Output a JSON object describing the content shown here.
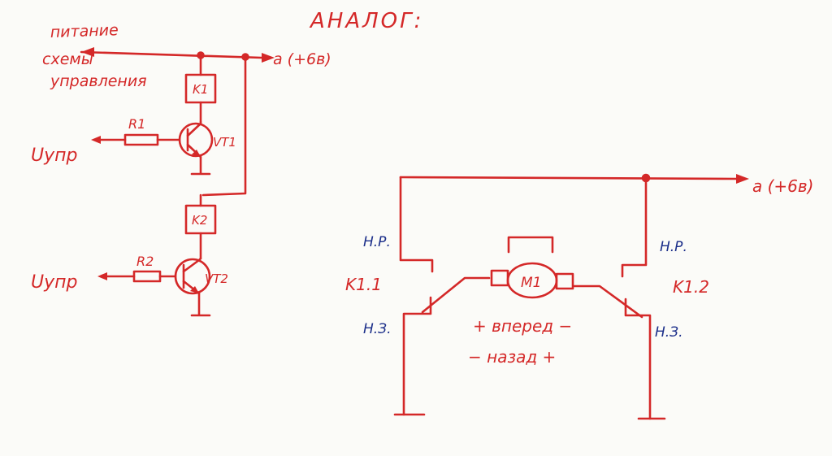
{
  "colors": {
    "ink_red": "#d42828",
    "ink_blue": "#1c2f8a",
    "paper": "#fbfbf8"
  },
  "diagram": {
    "title": "АНАЛОГ:",
    "left": {
      "supply_label_1": "питание",
      "supply_label_2": "схемы",
      "supply_label_3": "управления",
      "supply_out": "a (+6в)",
      "k1": "K1",
      "k2": "K2",
      "r1": "R1",
      "r2": "R2",
      "vt1": "VT1",
      "vt2": "VT2",
      "u_ctrl_1": "Uупр",
      "u_ctrl_2": "Uупр"
    },
    "right": {
      "supply_out": "a (+6в)",
      "motor": "M1",
      "k1_1": "K1.1",
      "k1_2": "K1.2",
      "no_left": "Н.Р.",
      "no_right": "Н.Р.",
      "nc_left": "Н.З.",
      "nc_right": "Н.З.",
      "forward": "+ вперед −",
      "backward": "− назад +"
    }
  }
}
